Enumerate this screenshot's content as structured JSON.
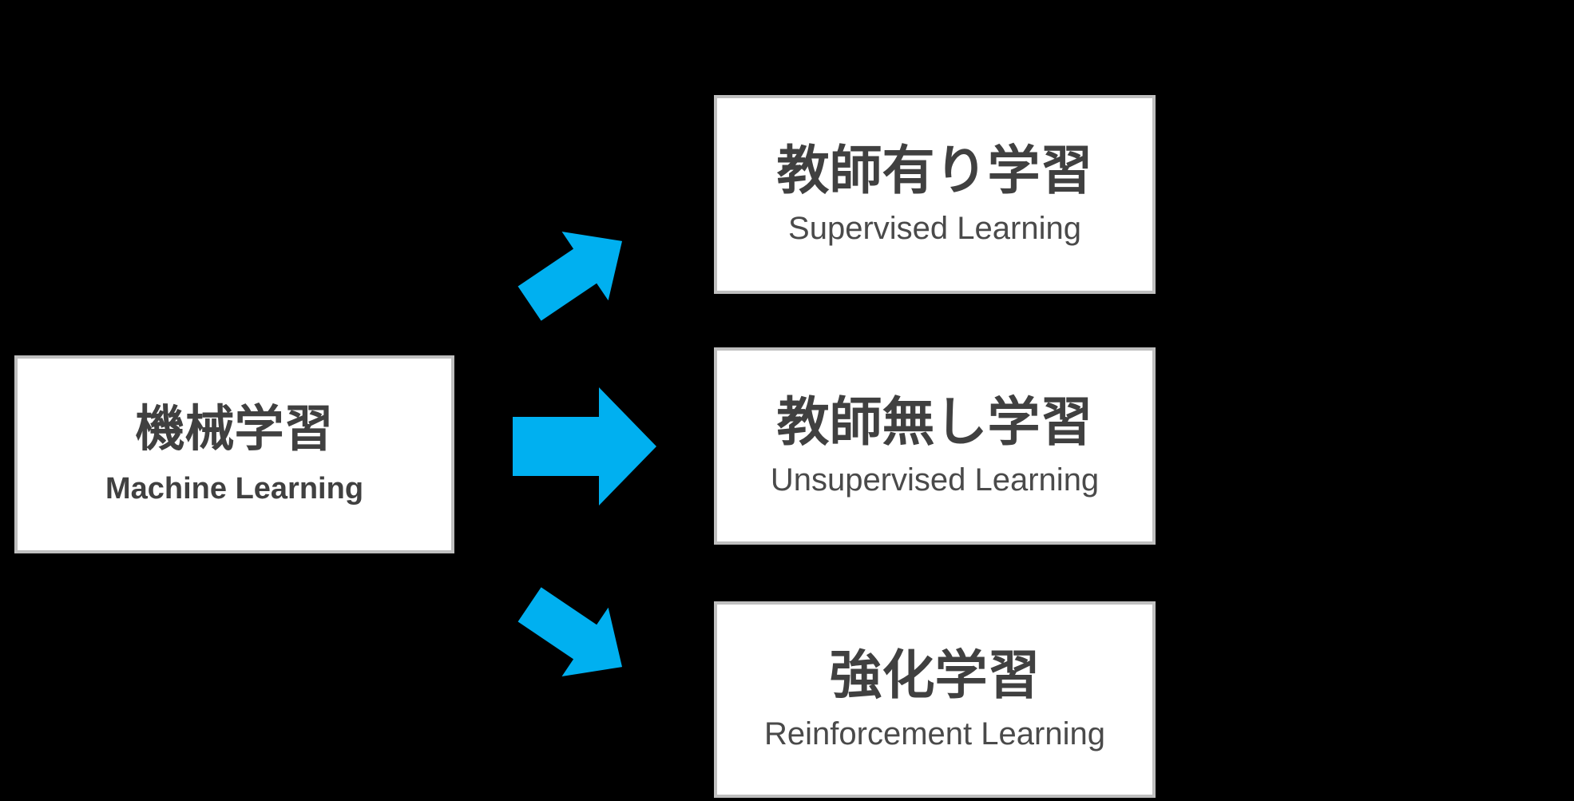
{
  "colors": {
    "background": "#000000",
    "arrow": "#00B0F0",
    "box_fill": "#FFFFFF",
    "box_border": "#BFBFBF",
    "title_text": "#404040",
    "subtitle_text": "#4A4A4A"
  },
  "diagram": {
    "root": {
      "title_ja": "機械学習",
      "title_en": "Machine Learning"
    },
    "branches": [
      {
        "id": "supervised",
        "title_ja": "教師有り学習",
        "title_en": "Supervised Learning"
      },
      {
        "id": "unsupervised",
        "title_ja": "教師無し学習",
        "title_en": "Unsupervised Learning"
      },
      {
        "id": "reinforcement",
        "title_ja": "強化学習",
        "title_en": "Reinforcement Learning"
      }
    ],
    "arrows": [
      {
        "from": "root",
        "to": "supervised",
        "direction": "up-right"
      },
      {
        "from": "root",
        "to": "unsupervised",
        "direction": "right"
      },
      {
        "from": "root",
        "to": "reinforcement",
        "direction": "down-right"
      }
    ]
  }
}
